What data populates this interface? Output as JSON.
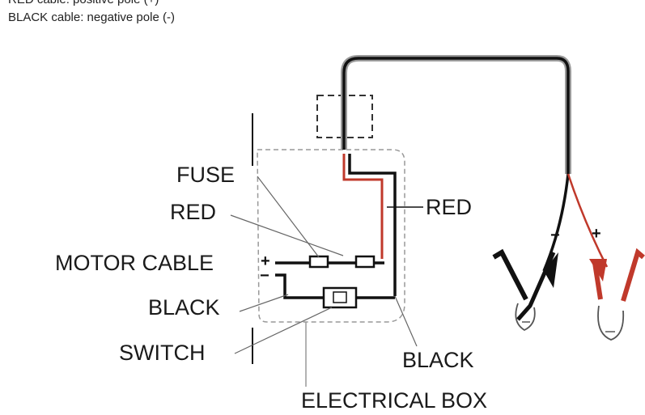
{
  "header": {
    "line1": "RED cable: positive pole (+)",
    "line2": "BLACK cable: negative pole (-)"
  },
  "labels": {
    "fuse": "FUSE",
    "red_left": "RED",
    "motor_cable": "MOTOR CABLE",
    "black_left": "BLACK",
    "switch": "SWITCH",
    "red_right": "RED",
    "black_right": "BLACK",
    "electrical_box": "ELECTRICAL BOX"
  },
  "signs": {
    "motor_plus": "+",
    "motor_minus": "−",
    "clamp_minus": "−",
    "clamp_plus": "+"
  },
  "colors": {
    "red_cable": "#c0392b",
    "black_cable": "#111111",
    "outline": "#555555"
  }
}
